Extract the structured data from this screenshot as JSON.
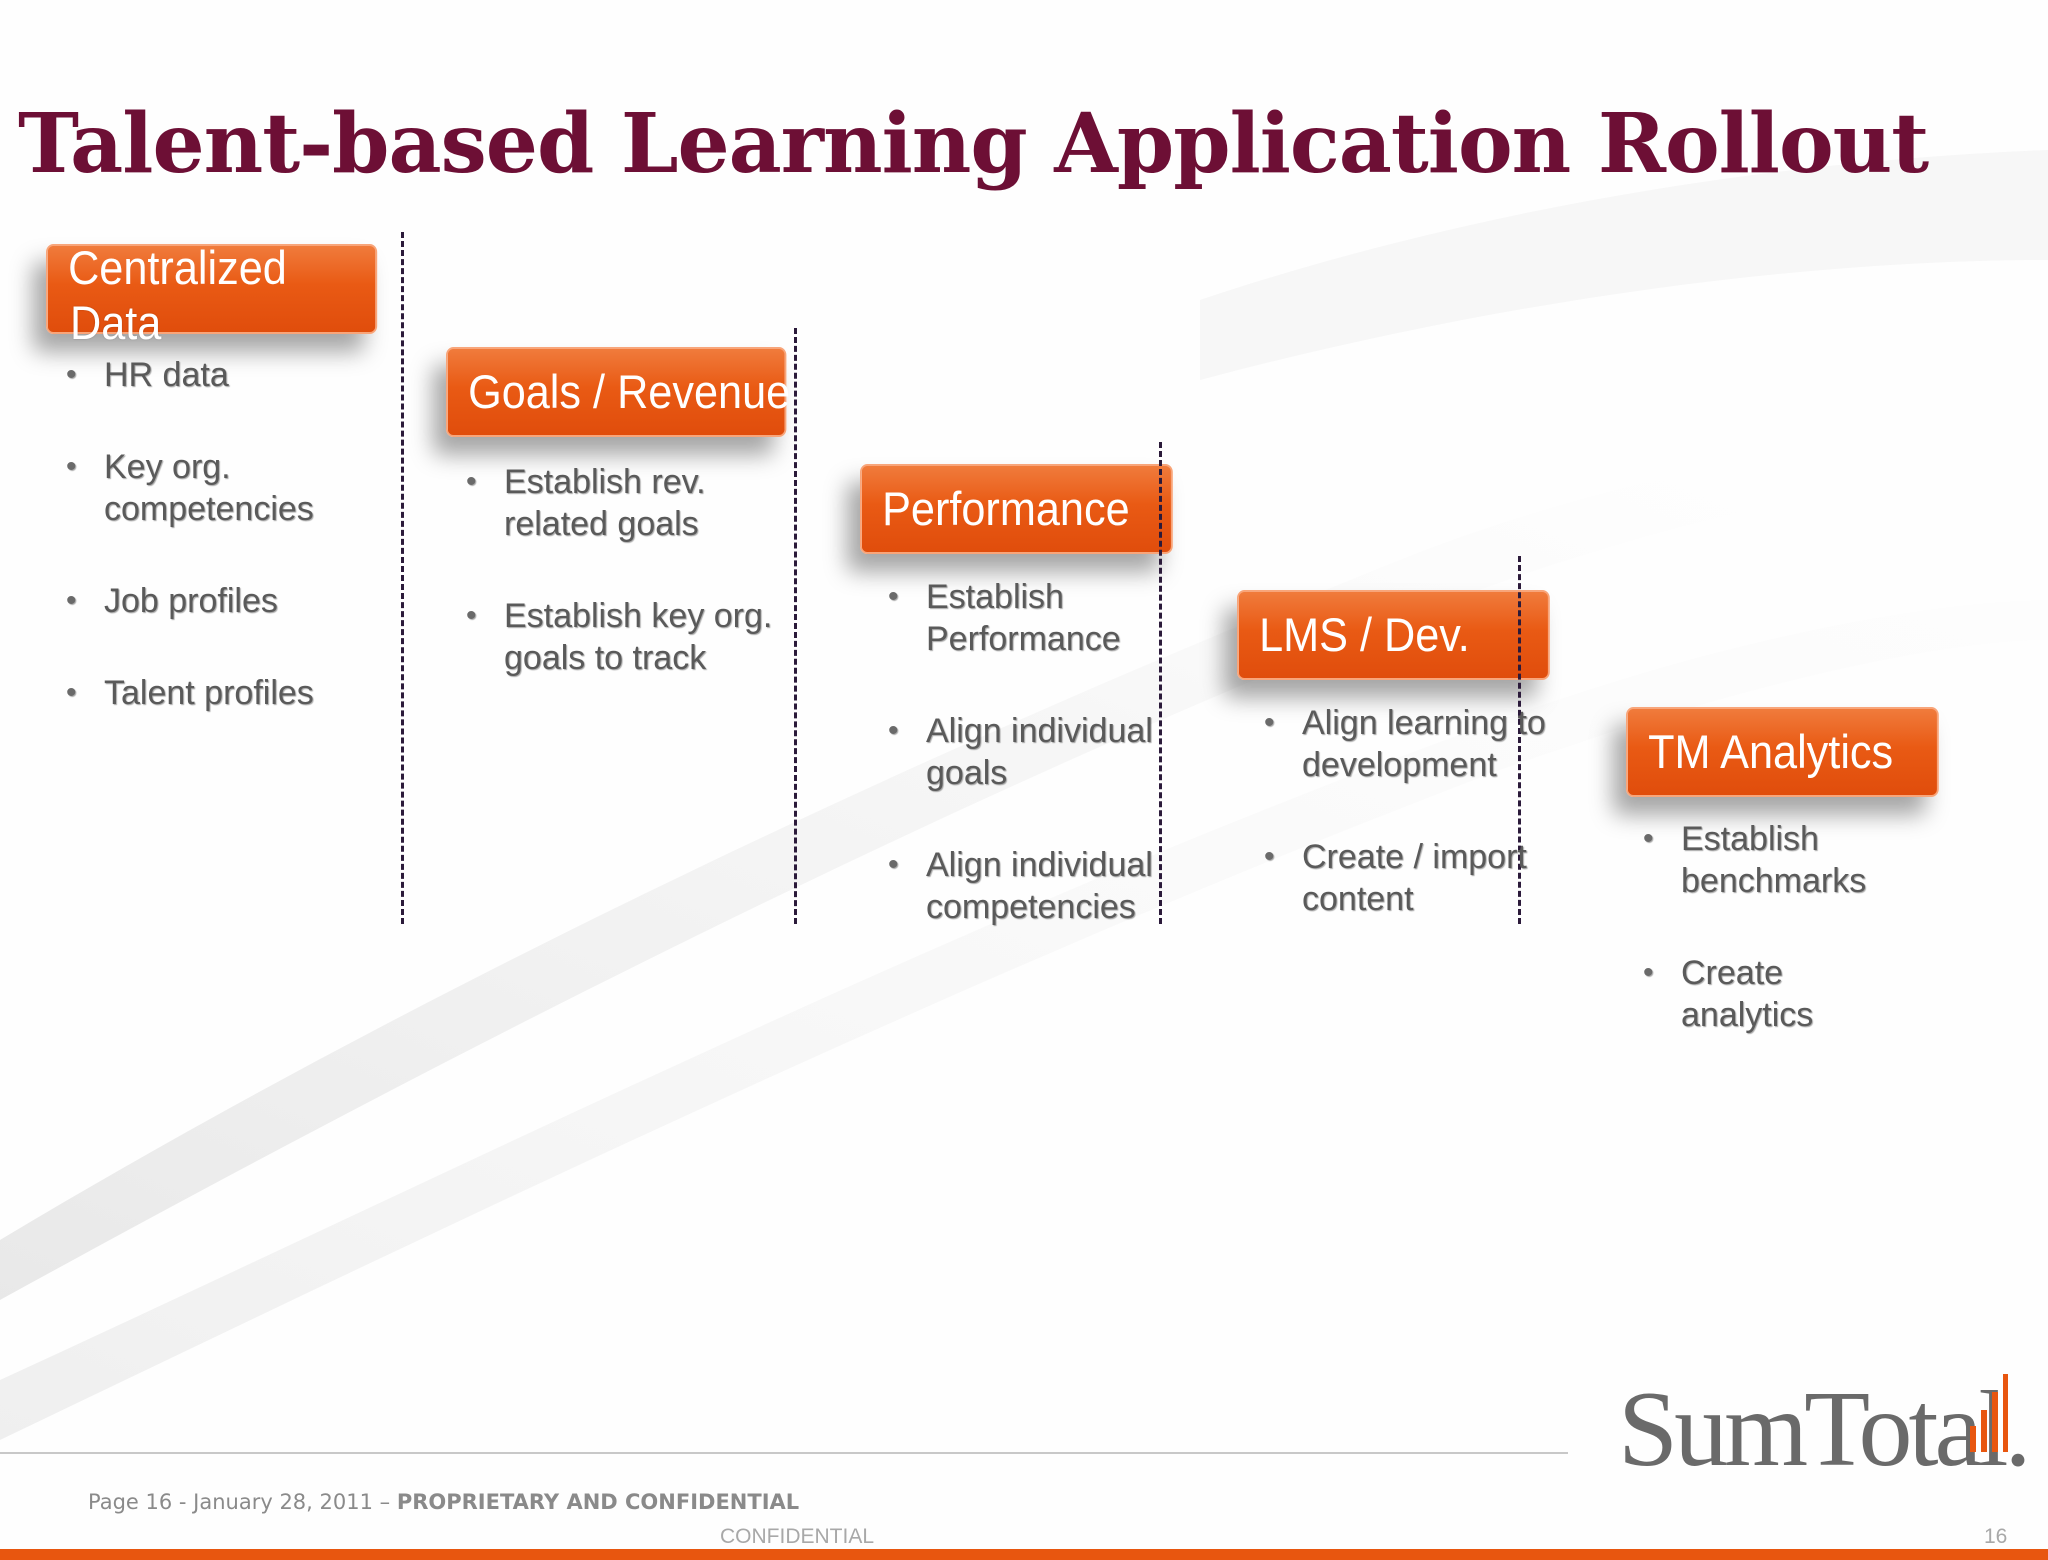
{
  "title": "Talent-based Learning Application Rollout",
  "stages": [
    {
      "label": "Centralized Data",
      "label_lines": [
        "Centralized",
        "Data"
      ],
      "bullets": [
        "HR data",
        "Key org. competencies",
        "Job profiles",
        "Talent profiles"
      ]
    },
    {
      "label": "Goals / Revenue",
      "bullets": [
        "Establish rev. related goals",
        "Establish key org. goals to track"
      ]
    },
    {
      "label": "Performance",
      "bullets": [
        "Establish Performance",
        "Align individual goals",
        "Align individual competencies"
      ]
    },
    {
      "label": "LMS / Dev.",
      "bullets": [
        "Align learning to development",
        "Create / import content"
      ]
    },
    {
      "label": "TM Analytics",
      "bullets": [
        "Establish benchmarks",
        "Create analytics"
      ]
    }
  ],
  "footer": {
    "page_text": "Page 16 - January 28, 2011 – ",
    "proprietary": "PROPRIETARY AND CONFIDENTIAL",
    "confidential": "CONFIDENTIAL",
    "page_number": "16"
  },
  "logo": {
    "text": "SumTotal."
  },
  "colors": {
    "title": "#6d0f35",
    "stage_box": "#e95a14",
    "bar": "#e8560f",
    "logo_bars": "#e8560f"
  }
}
